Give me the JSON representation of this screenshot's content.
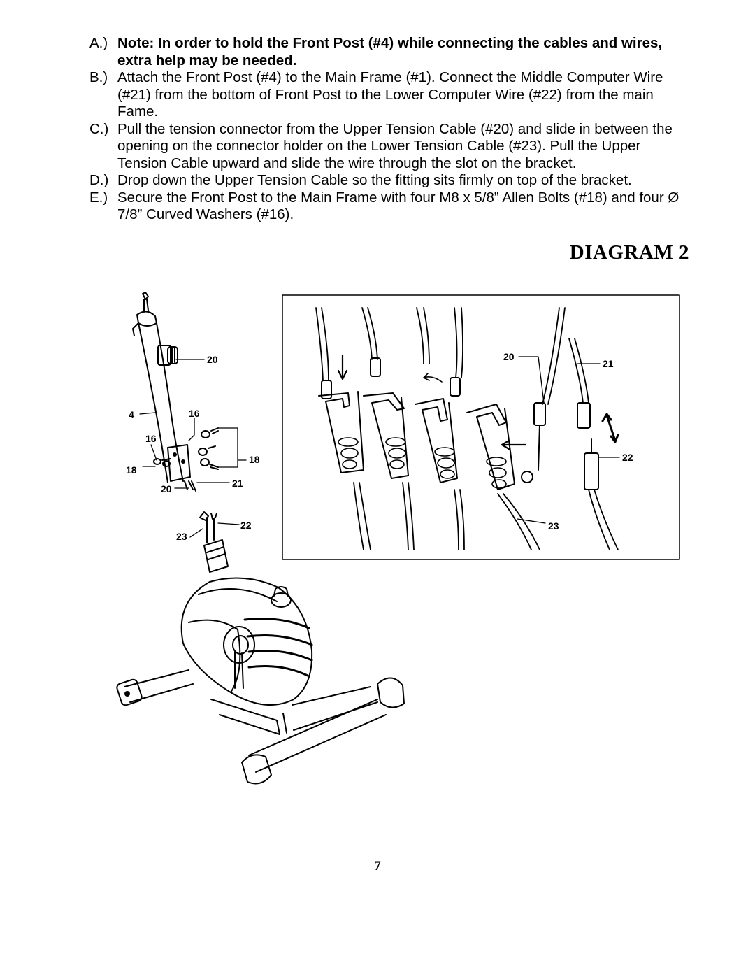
{
  "steps": [
    {
      "letter": "A.)",
      "text": "Note: In order to hold the Front Post (#4) while connecting the cables and wires, extra help may be needed.",
      "bold": true
    },
    {
      "letter": "B.)",
      "text": "Attach the Front Post (#4) to the Main Frame (#1). Connect the Middle Computer Wire (#21) from the bottom of Front Post to the Lower Computer Wire (#22) from the main Fame."
    },
    {
      "letter": "C.)",
      "text": "Pull the tension connector from the Upper Tension Cable (#20) and slide in between the opening on the connector holder on the Lower Tension Cable (#23). Pull the Upper Tension Cable upward and slide the wire through the slot on the bracket."
    },
    {
      "letter": "D.)",
      "text": "Drop down the Upper Tension Cable so the fitting sits firmly on top of the bracket."
    },
    {
      "letter": "E.)",
      "text": "Secure the Front Post to the Main Frame with four M8 x 5/8” Allen Bolts (#18) and four Ø 7/8” Curved Washers (#16)."
    }
  ],
  "diagram_title": "DIAGRAM 2",
  "callouts": {
    "post_20": "20",
    "post_4": "4",
    "post_16a": "16",
    "post_16b": "16",
    "post_18a": "18",
    "post_18b": "18",
    "post_20b": "20",
    "post_21": "21",
    "base_23": "23",
    "base_22": "22",
    "inset_20": "20",
    "inset_21": "21",
    "inset_22": "22",
    "inset_23": "23"
  },
  "page_number": "7"
}
